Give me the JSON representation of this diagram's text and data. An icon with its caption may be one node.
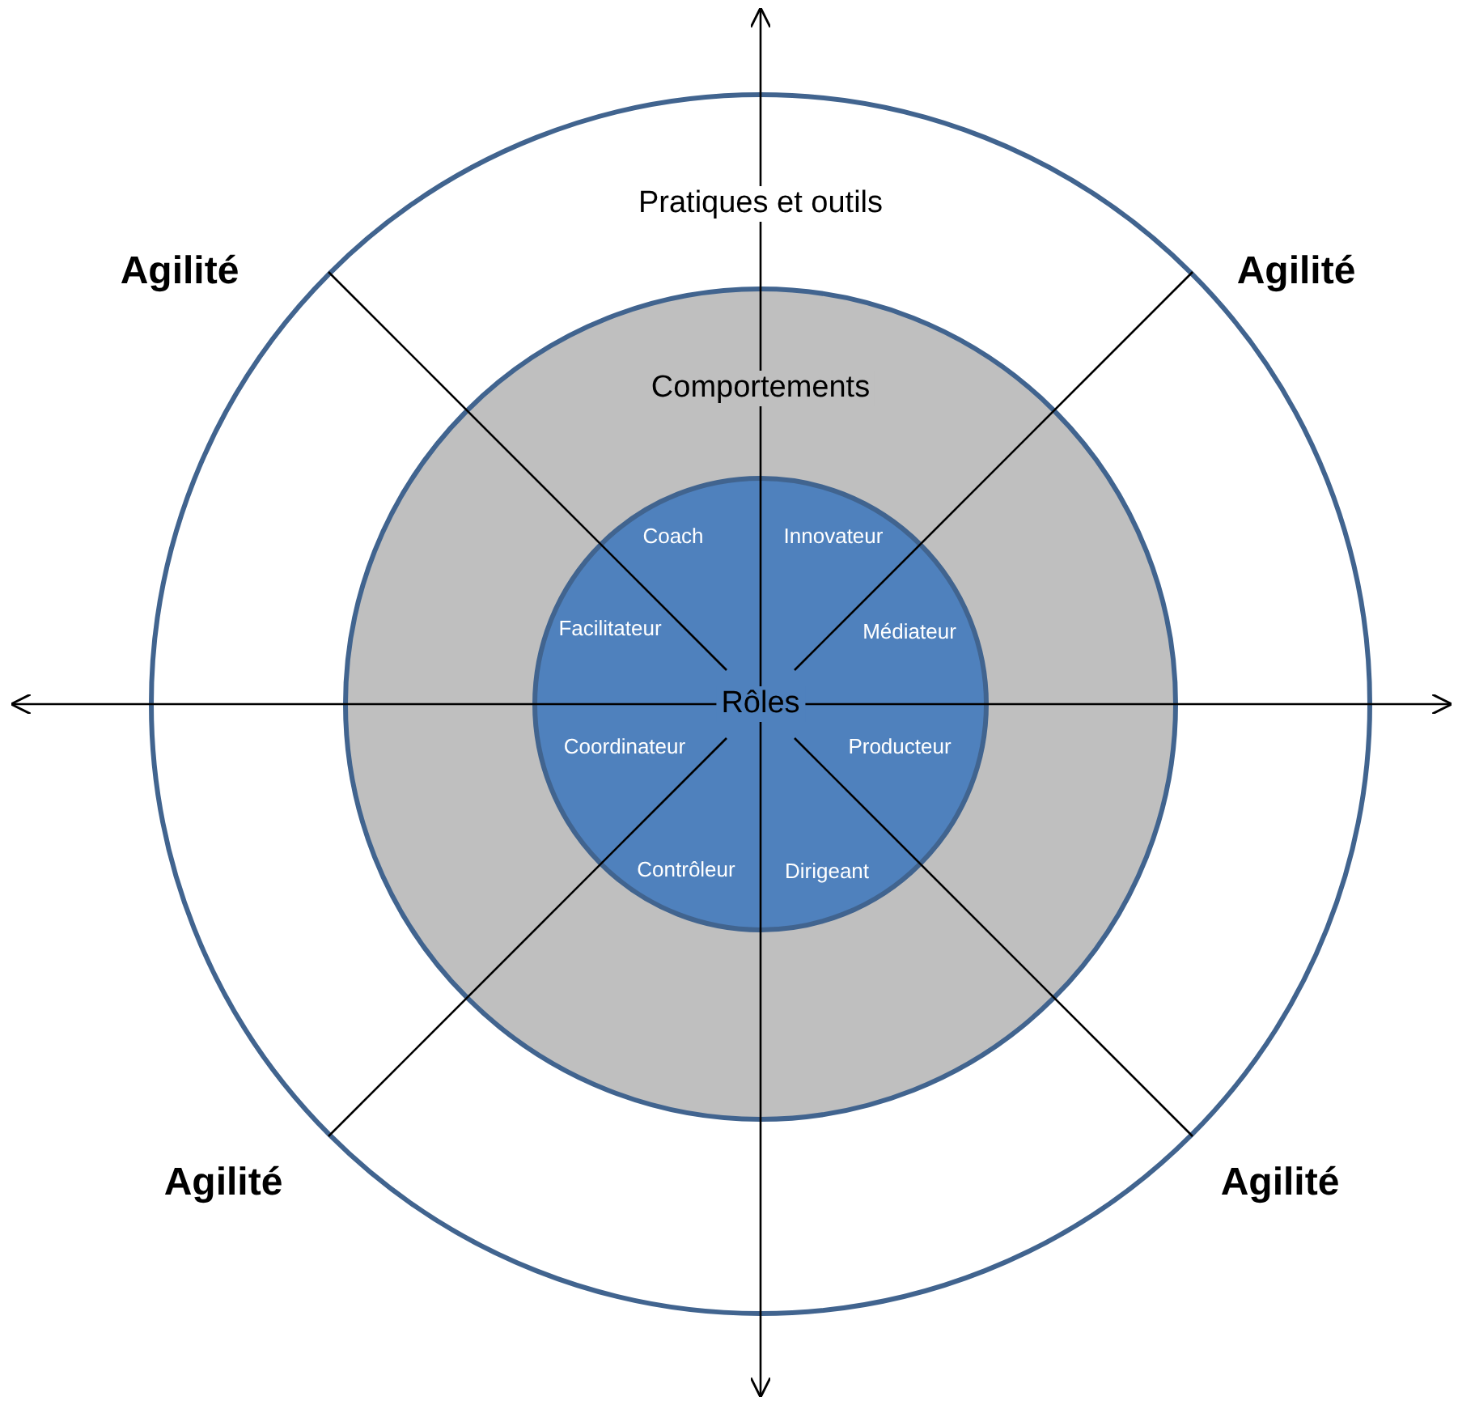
{
  "diagram": {
    "nodes": [
      {
        "text": [
          "Pratiques et outils"
        ]
      },
      {
        "text": [
          "Comportements"
        ],
        "in": 0
      },
      {
        "text": [
          "Rôles"
        ],
        "in": 1
      }
    ],
    "labels": [
      "Agilité",
      "Agilité",
      "Coach",
      "Innovateur",
      "Facilitateur",
      "Médiateur",
      "Coordinateur",
      "Producteur",
      "Contrôleur",
      "Dirigeant",
      "Agilité",
      "Agilité"
    ]
  }
}
